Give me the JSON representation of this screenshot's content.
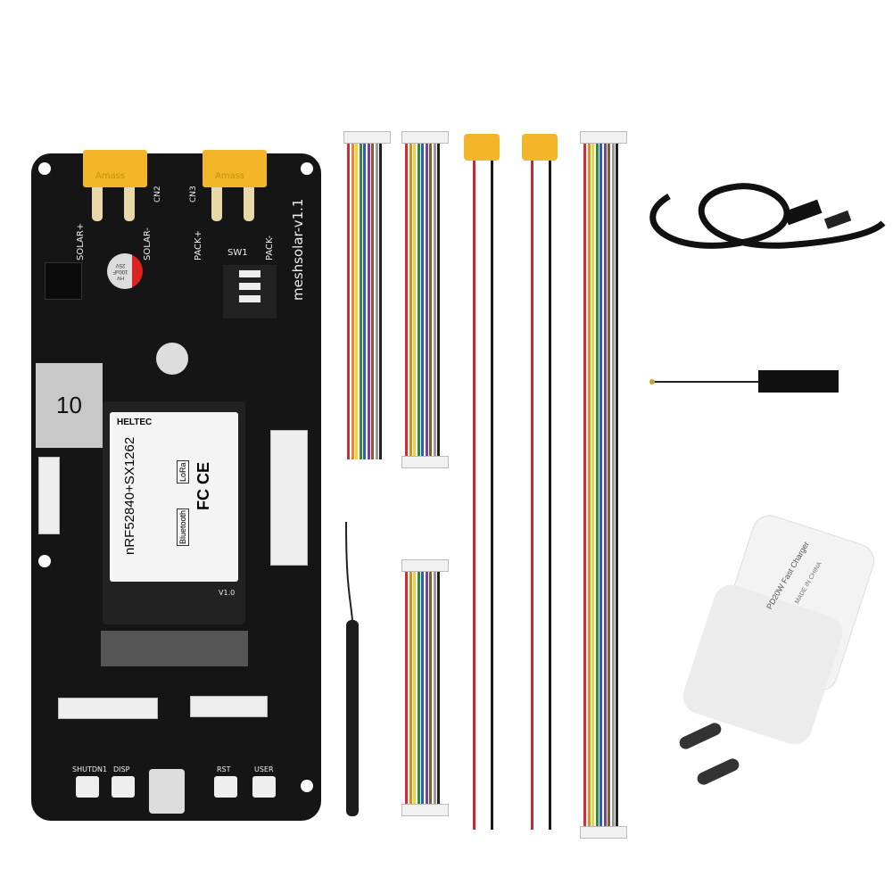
{
  "board": {
    "name": "meshsolar-v1.1",
    "labels": {
      "solar_pos": "SOLAR+",
      "solar_neg": "SOLAR-",
      "pack_pos": "PACK+",
      "pack_neg": "PACK-",
      "cn2": "CN2",
      "cn3": "CN3",
      "sw1": "SW1",
      "inductor": "10",
      "capacitor": "HV 100uF 25V",
      "shutdown": "SHUTDN1",
      "disp": "DISP",
      "rst": "RST",
      "user": "USER",
      "version": "V1.0"
    },
    "connector_brand": "Amass",
    "module": {
      "brand": "HELTEC",
      "model": "nRF52840+SX1262",
      "badges": [
        "Bluetooth",
        "LoRa"
      ],
      "certs": "FC CE"
    }
  },
  "cables": {
    "bundle_colors": [
      "#c8303a",
      "#e08a2a",
      "#f0d23a",
      "#2e8b3e",
      "#2e5fb0",
      "#7a3fa0",
      "#8b5a2b",
      "#999999",
      "#222222",
      "#ffffff"
    ],
    "power_colors": [
      "#c62a34",
      "#1a1a1a"
    ]
  },
  "charger": {
    "label": "PD20W Fast Charger",
    "origin": "MADE IN CHINA",
    "color": "#f3f3f3"
  },
  "accent_colors": {
    "pcb": "#151515",
    "xt_connector": "#f2b628"
  }
}
